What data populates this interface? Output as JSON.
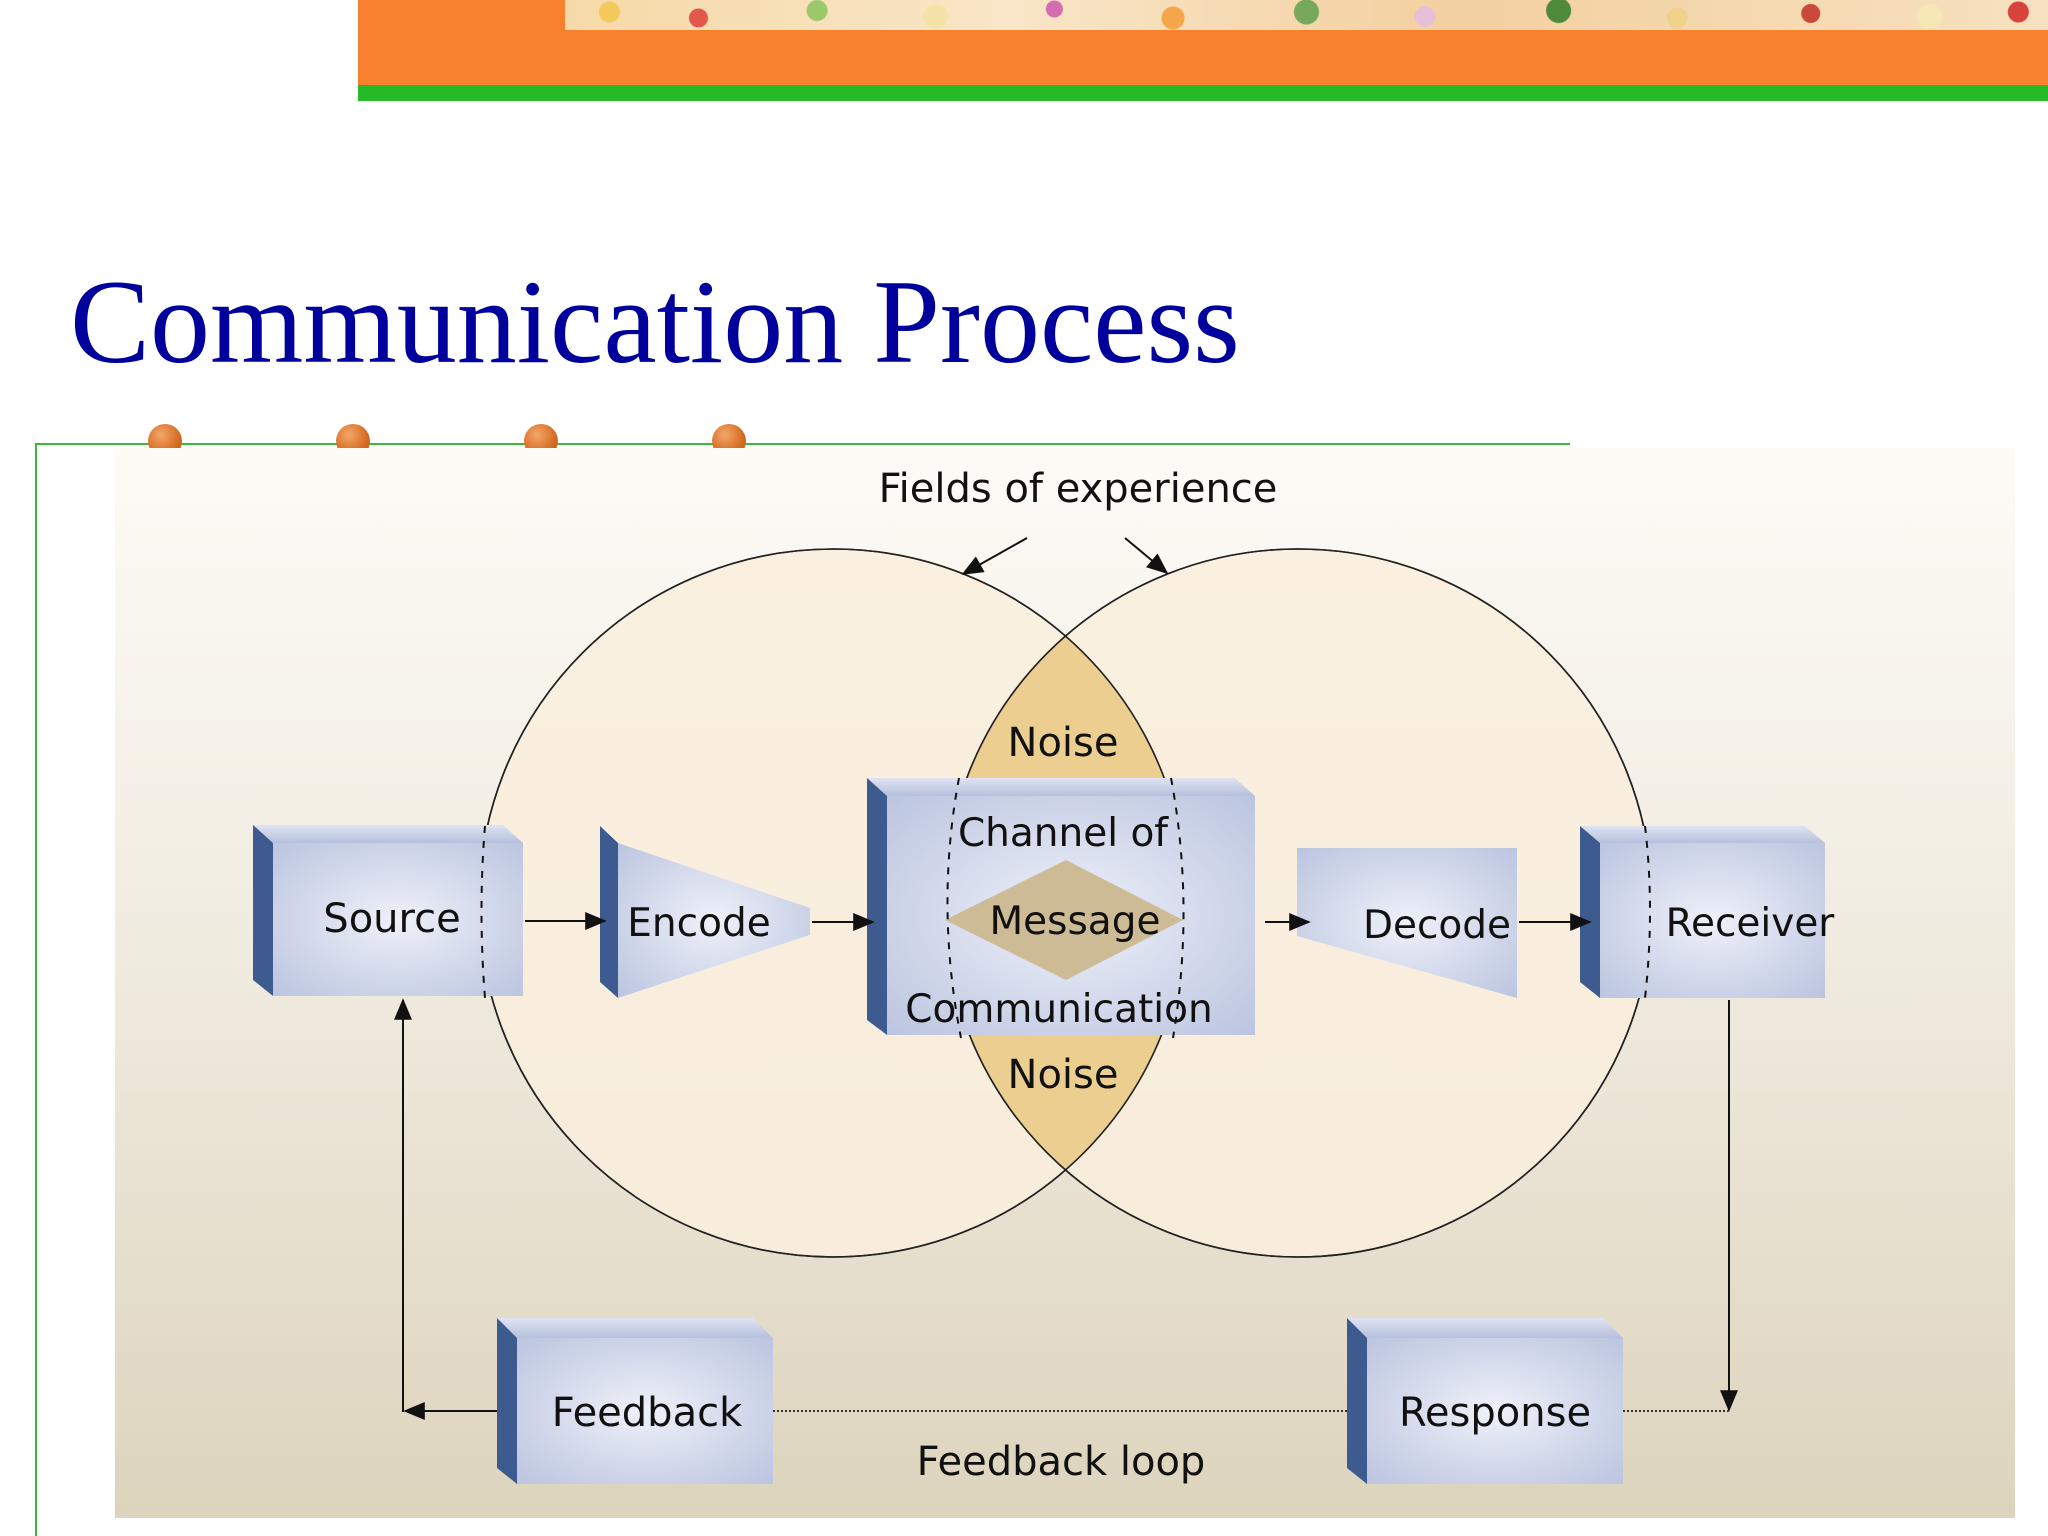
{
  "slide": {
    "title": "Communication Process"
  },
  "diagram": {
    "fields_label": "Fields of experience",
    "noise_top": "Noise",
    "noise_bottom": "Noise",
    "source": "Source",
    "encode": "Encode",
    "channel_line1": "Channel of",
    "message": "Message",
    "channel_line2": "Communication",
    "decode": "Decode",
    "receiver": "Receiver",
    "feedback": "Feedback",
    "response": "Response",
    "feedback_loop": "Feedback loop"
  },
  "colors": {
    "title": "#00009c",
    "banner_orange": "#f7812c",
    "banner_green": "#26bb26",
    "box_face": "#c9d1e8",
    "box_edge": "#3d5b8f",
    "circle_fill": "#faeedd",
    "overlap_fill": "#eccf90"
  }
}
